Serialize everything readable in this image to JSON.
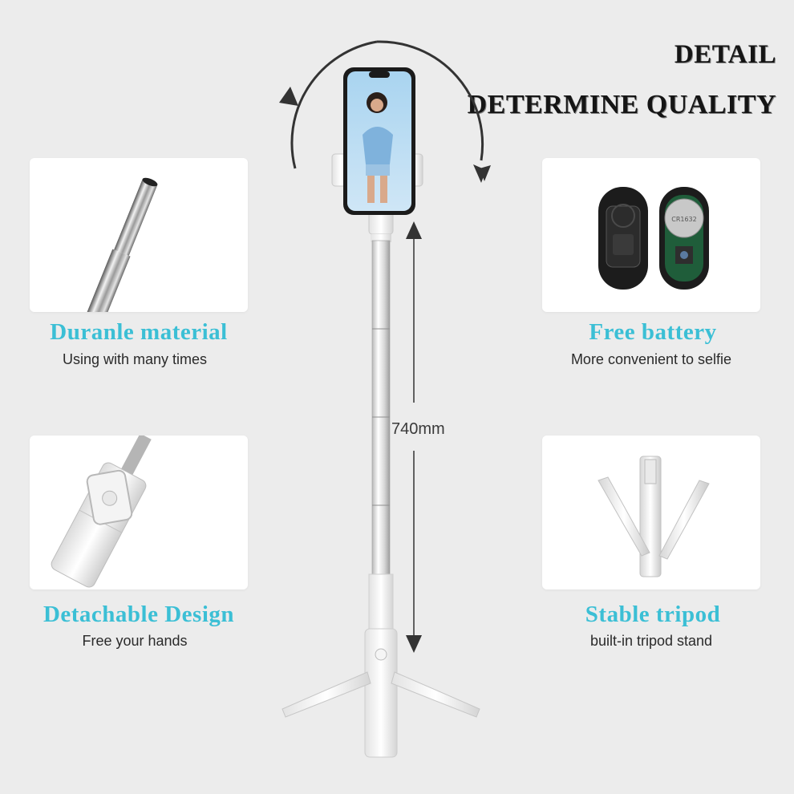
{
  "headline": {
    "line1": "DETAIL",
    "line2": "DETERMINE QUALITY"
  },
  "dimension_label": "740mm",
  "features": [
    {
      "title": "Duranle material",
      "subtitle": "Using with many times",
      "icon": "telescopic-pole-closeup"
    },
    {
      "title": "Free battery",
      "subtitle": "More convenient to selfie",
      "icon": "remote-with-coin-battery"
    },
    {
      "title": "Detachable Design",
      "subtitle": "Free your hands",
      "icon": "detachable-remote-clip"
    },
    {
      "title": "Stable tripod",
      "subtitle": "built-in tripod stand",
      "icon": "tripod-legs"
    }
  ],
  "colors": {
    "background": "#ececec",
    "card": "#ffffff",
    "accent_title": "#3bbfd5",
    "headline": "#151515"
  },
  "product": "white selfie stick tripod with phone holder"
}
